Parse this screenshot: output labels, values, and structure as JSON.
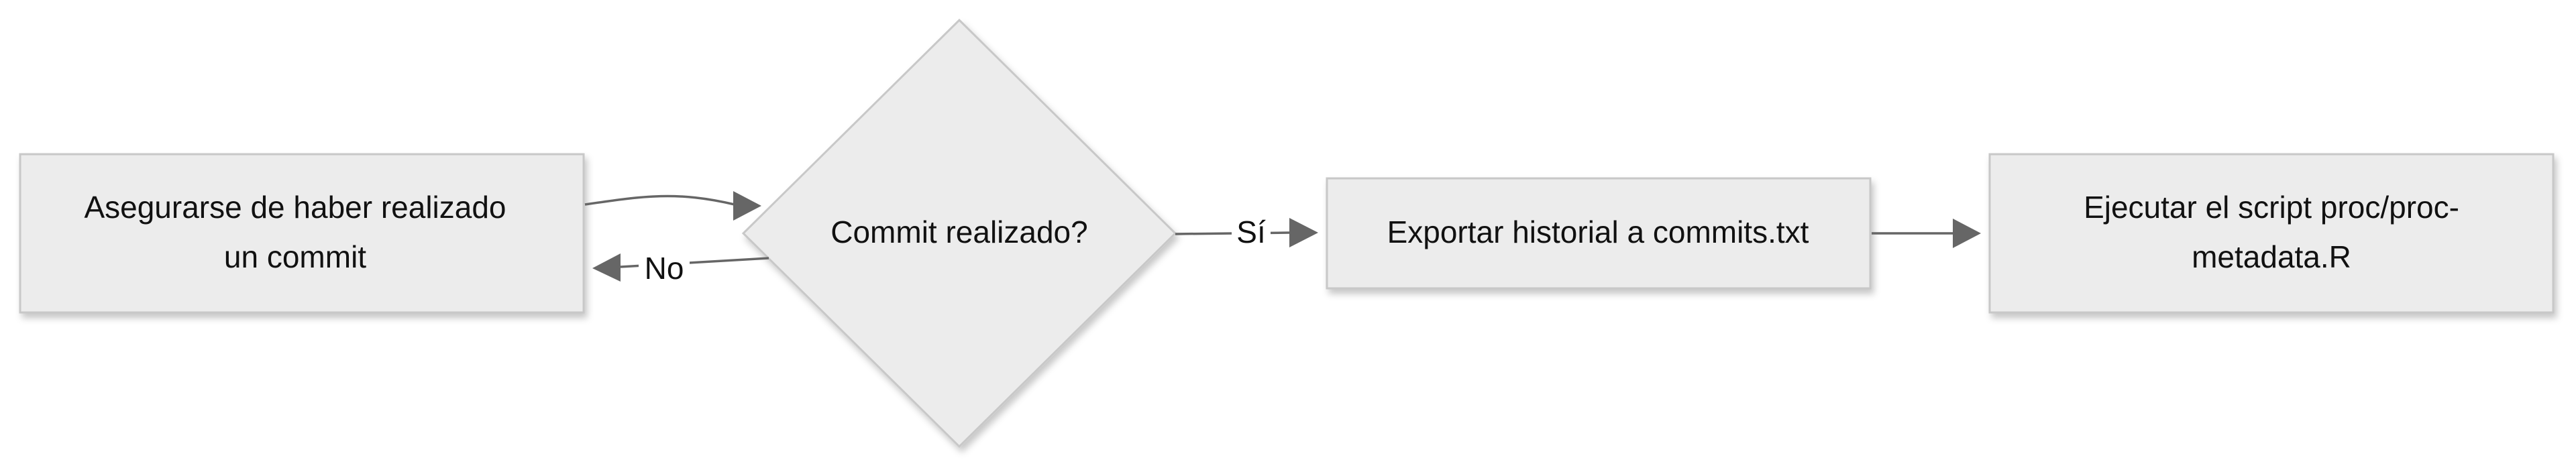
{
  "nodes": {
    "commit_step": {
      "line1": "Asegurarse de haber realizado",
      "line2": "un commit"
    },
    "decision": {
      "label": "Commit realizado?"
    },
    "export_step": {
      "label": "Exportar historial a commits.txt"
    },
    "run_script": {
      "line1": "Ejecutar el script proc/proc-",
      "line2": "metadata.R"
    }
  },
  "edges": {
    "no_label": "No",
    "yes_label": "Sí"
  },
  "colors": {
    "node_fill": "#ececec",
    "node_border": "#c8c8c8",
    "edge": "#666666",
    "text": "#111111"
  }
}
